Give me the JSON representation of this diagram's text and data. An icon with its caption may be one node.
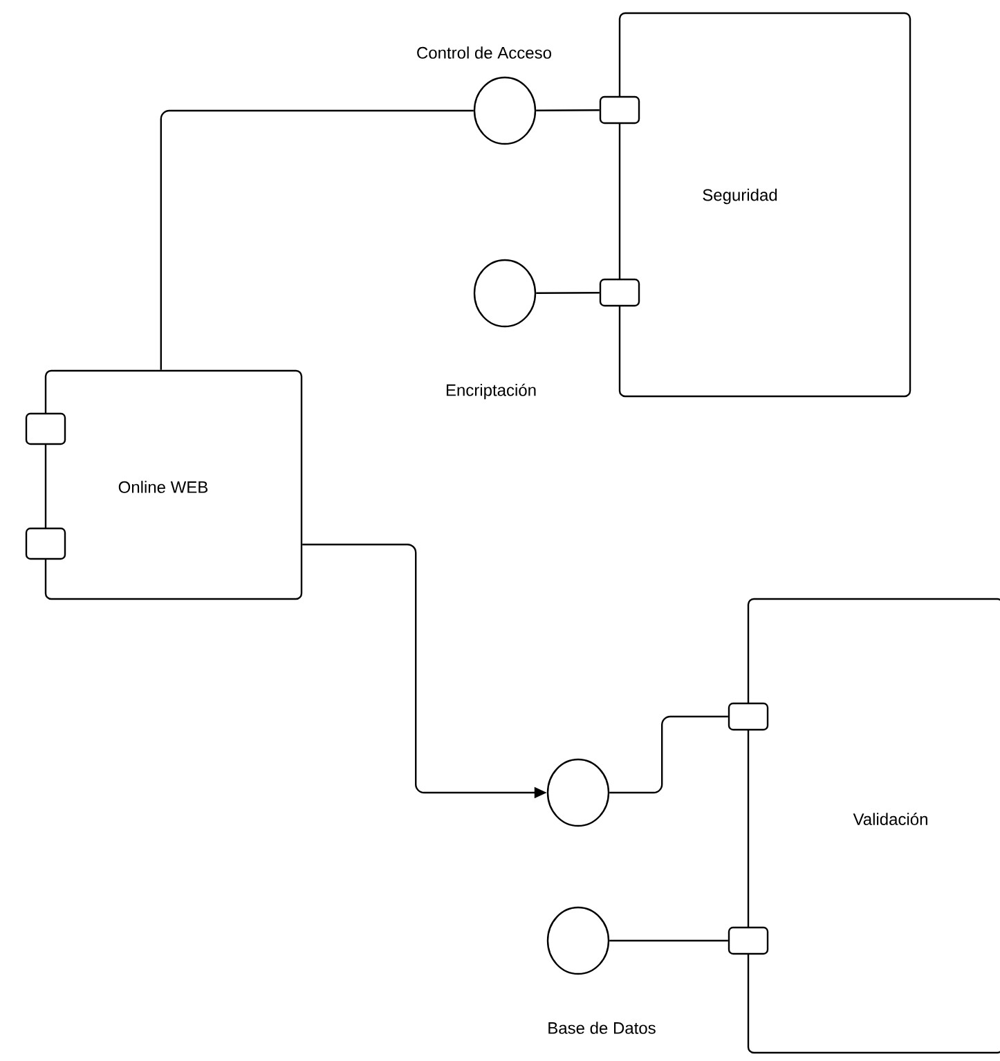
{
  "diagram": {
    "nodes": [
      {
        "text": [
          "Seguridad"
        ]
      },
      {
        "text": [
          "Control de Acceso"
        ]
      },
      {
        "text": [
          "Encriptación"
        ]
      },
      {
        "text": [
          "Online WEB"
        ]
      },
      {
        "text": [
          "Validación"
        ]
      },
      {
        "text": [],
        "shape": "circle"
      },
      {
        "text": [
          "Base de Datos"
        ]
      },
      {
        "text": [],
        "shape": "box",
        "in": 0
      },
      {
        "text": [],
        "shape": "box",
        "in": 0
      },
      {
        "text": [],
        "shape": "box",
        "in": 4
      },
      {
        "text": [],
        "shape": "box",
        "in": 4
      }
    ],
    "edges": [
      {
        "from": 3,
        "to": 1,
        "arrow": "none"
      },
      {
        "from": 1,
        "to": 7,
        "arrow": "none"
      },
      {
        "from": 2,
        "to": 8,
        "arrow": "none"
      },
      {
        "from": 3,
        "to": 5,
        "arrow": "to"
      },
      {
        "from": 5,
        "to": 9,
        "arrow": "none"
      },
      {
        "from": 6,
        "to": 10,
        "arrow": "none"
      }
    ]
  }
}
